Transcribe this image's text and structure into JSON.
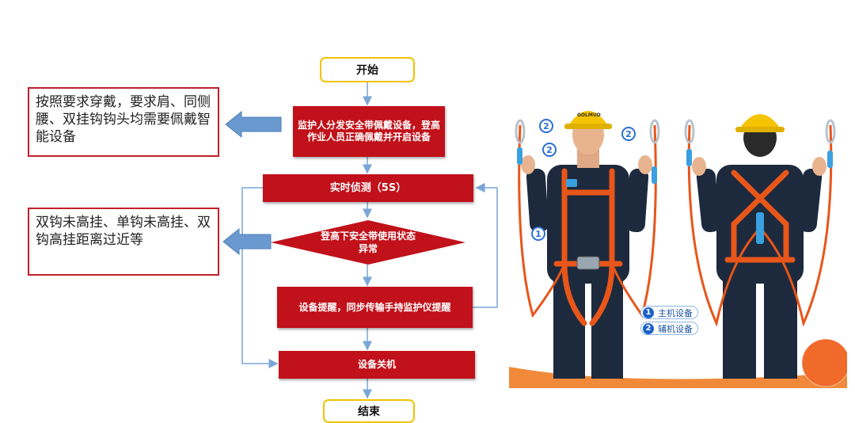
{
  "flow": {
    "start": "开始",
    "step1": "监护人分发安全带佩戴设备，登高作业人员正确佩戴并开启设备",
    "step2": "实时侦测（5S）",
    "decision": "登高下安全带使用状态异常",
    "step3": "设备提醒，同步传输手持监护仪提醒",
    "step4": "设备关机",
    "end": "结束"
  },
  "notes": {
    "note1": "按照要求穿戴，要求肩、同侧腰、双挂钩钩头均需要佩戴智能设备",
    "note2": "双钩未高挂、单钩未高挂、双钩高挂距离过近等"
  },
  "photo": {
    "helmet_text": "GOLMUD",
    "callouts": [
      "1",
      "2",
      "2",
      "2"
    ],
    "legend": [
      {
        "num": "1",
        "label": "主机设备"
      },
      {
        "num": "2",
        "label": "辅机设备"
      }
    ]
  },
  "colors": {
    "process_red": "#c1111a",
    "terminal_border": "#f2c200",
    "arrow_blue": "#7aa6d8",
    "harness_orange": "#e8561a",
    "uniform_navy": "#1d2a3d"
  }
}
